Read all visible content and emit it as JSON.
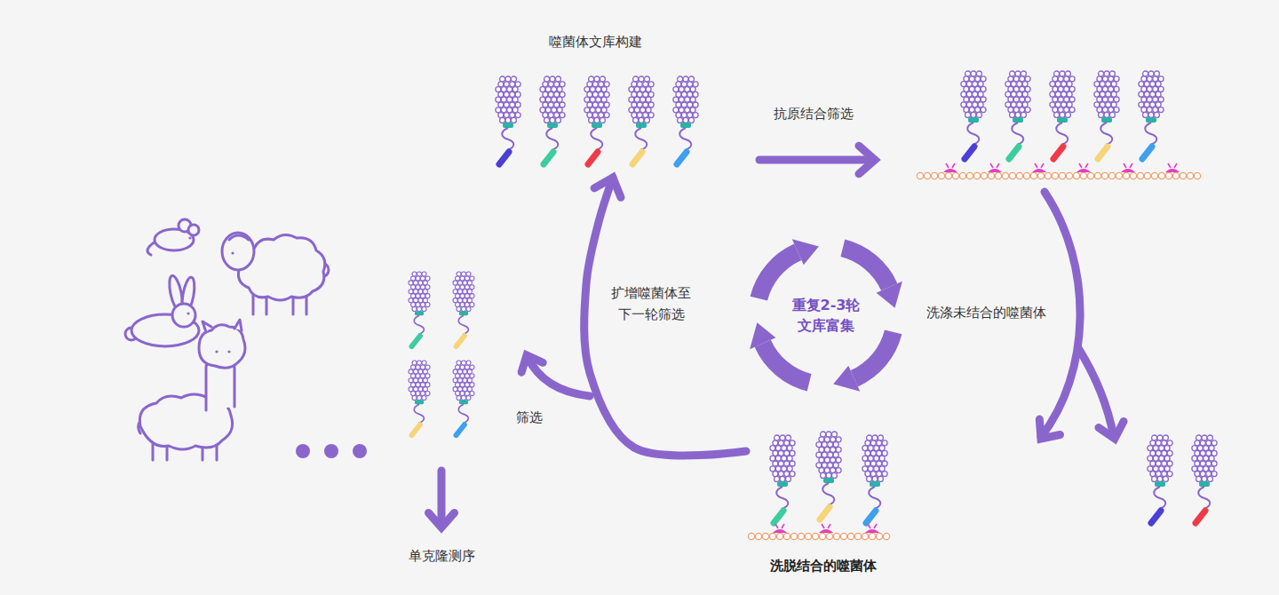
{
  "diagram": {
    "nodes": [
      {
        "text": [
          "噬菌体文库构建"
        ]
      },
      {
        "text": [
          "重复2-3轮 文库富集"
        ]
      },
      {
        "text": [
          "洗脱结合的噬菌体"
        ]
      }
    ],
    "edges": [
      {
        "from": 2,
        "to": 0,
        "arrow": "to",
        "label": "扩增噬菌体至 下一轮筛选"
      }
    ],
    "labels": [
      "抗原结合筛选",
      "洗涤未结合的噬菌体",
      "筛选",
      "单克隆测序"
    ]
  }
}
